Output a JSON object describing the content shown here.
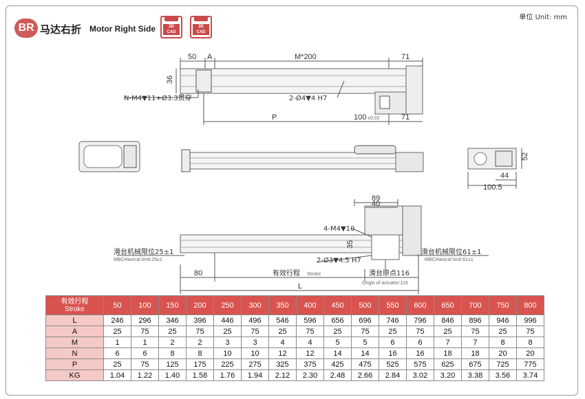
{
  "header": {
    "badge": "BR",
    "title_cn": "马达右折",
    "title_en": "Motor Right Side",
    "cad_buttons": [
      {
        "label_top": "2D",
        "label_bottom": "CAD"
      },
      {
        "label_top": "3D",
        "label_bottom": "CAD"
      }
    ],
    "unit": "单位 Unit: mm"
  },
  "drawing": {
    "top_view": {
      "dim_50": "50",
      "dim_A": "A",
      "dim_M200": "M*200",
      "dim_71_top": "71",
      "dim_36": "36",
      "dim_P": "P",
      "dim_100": "100",
      "dim_100_tol": "±0.02",
      "dim_71_bottom": "71",
      "note_holes": "N-M4▼11+Ø3.3贯穿",
      "note_pins": "2-Ø4▼4 H7"
    },
    "side_view": {
      "dim_52": "52",
      "dim_44": "44",
      "dim_100_5": "100.5"
    },
    "bottom_view": {
      "dim_89": "89",
      "dim_40": "40",
      "note_m4": "4-M4▼10",
      "dim_35": "35",
      "note_pins": "2-Ø3▼4.5 H7",
      "limit_left_cn": "滑台机械限位25±1",
      "limit_left_en": "MBCHanical limit:25±1",
      "limit_right_cn": "滑台机械限位61±1",
      "limit_right_en": "MBCHanical limit:61±1",
      "dim_80": "80",
      "stroke_cn": "有效行程",
      "stroke_en": "Stroke",
      "origin_cn": "滑台原点116",
      "origin_en": "Origin of actuator:116",
      "dim_L": "L"
    }
  },
  "table": {
    "corner_cn": "有效行程",
    "corner_en": "Stroke",
    "strokes": [
      "50",
      "100",
      "150",
      "200",
      "250",
      "300",
      "350",
      "400",
      "450",
      "500",
      "550",
      "600",
      "650",
      "700",
      "750",
      "800"
    ],
    "rows": [
      {
        "label": "L",
        "values": [
          "246",
          "296",
          "346",
          "396",
          "446",
          "496",
          "546",
          "596",
          "656",
          "696",
          "746",
          "796",
          "846",
          "896",
          "946",
          "996"
        ]
      },
      {
        "label": "A",
        "values": [
          "25",
          "75",
          "25",
          "75",
          "25",
          "75",
          "25",
          "75",
          "25",
          "75",
          "25",
          "75",
          "25",
          "75",
          "25",
          "75"
        ]
      },
      {
        "label": "M",
        "values": [
          "1",
          "1",
          "2",
          "2",
          "3",
          "3",
          "4",
          "4",
          "5",
          "5",
          "6",
          "6",
          "7",
          "7",
          "8",
          "8"
        ]
      },
      {
        "label": "N",
        "values": [
          "6",
          "6",
          "8",
          "8",
          "10",
          "10",
          "12",
          "12",
          "14",
          "14",
          "16",
          "16",
          "18",
          "18",
          "20",
          "20"
        ]
      },
      {
        "label": "P",
        "values": [
          "25",
          "75",
          "125",
          "175",
          "225",
          "275",
          "325",
          "375",
          "425",
          "475",
          "525",
          "575",
          "625",
          "675",
          "725",
          "775"
        ]
      },
      {
        "label": "KG",
        "values": [
          "1.04",
          "1.22",
          "1.40",
          "1.58",
          "1.76",
          "1.94",
          "2.12",
          "2.30",
          "2.48",
          "2.66",
          "2.84",
          "3.02",
          "3.20",
          "3.38",
          "3.56",
          "3.74"
        ]
      }
    ]
  },
  "colors": {
    "accent": "#d05a5a",
    "table_header": "#d9534f",
    "table_row_header": "#f4c9c6"
  }
}
